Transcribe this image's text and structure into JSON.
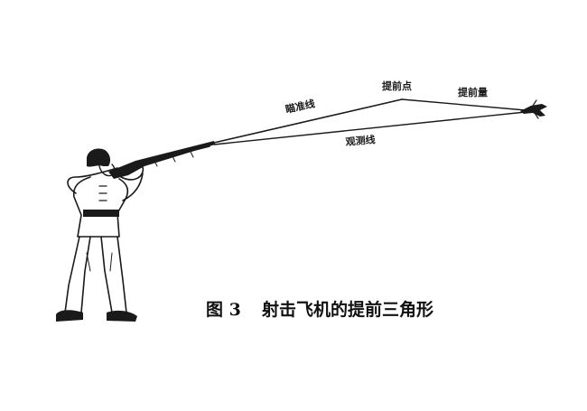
{
  "diagram": {
    "labels": {
      "aiming_line": "瞄准线",
      "lead_point": "提前点",
      "lead_amount": "提前量",
      "observation_line": "观测线"
    },
    "caption": {
      "figure_number": "图 3",
      "title": "射击飞机的提前三角形"
    },
    "icons": {
      "shooter": "rifleman-aiming-icon",
      "aircraft": "aircraft-icon"
    },
    "colors": {
      "ink": "#1a1a1a",
      "background": "#ffffff"
    }
  }
}
